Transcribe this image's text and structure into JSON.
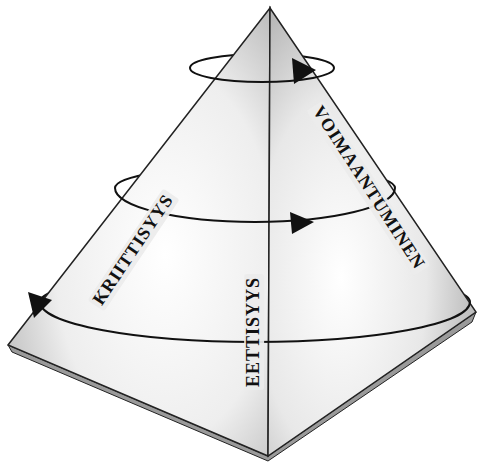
{
  "diagram": {
    "labels": [
      "KRIITTISYYS",
      "EETTISYYS",
      "VOIMAANTUMINEN"
    ]
  }
}
